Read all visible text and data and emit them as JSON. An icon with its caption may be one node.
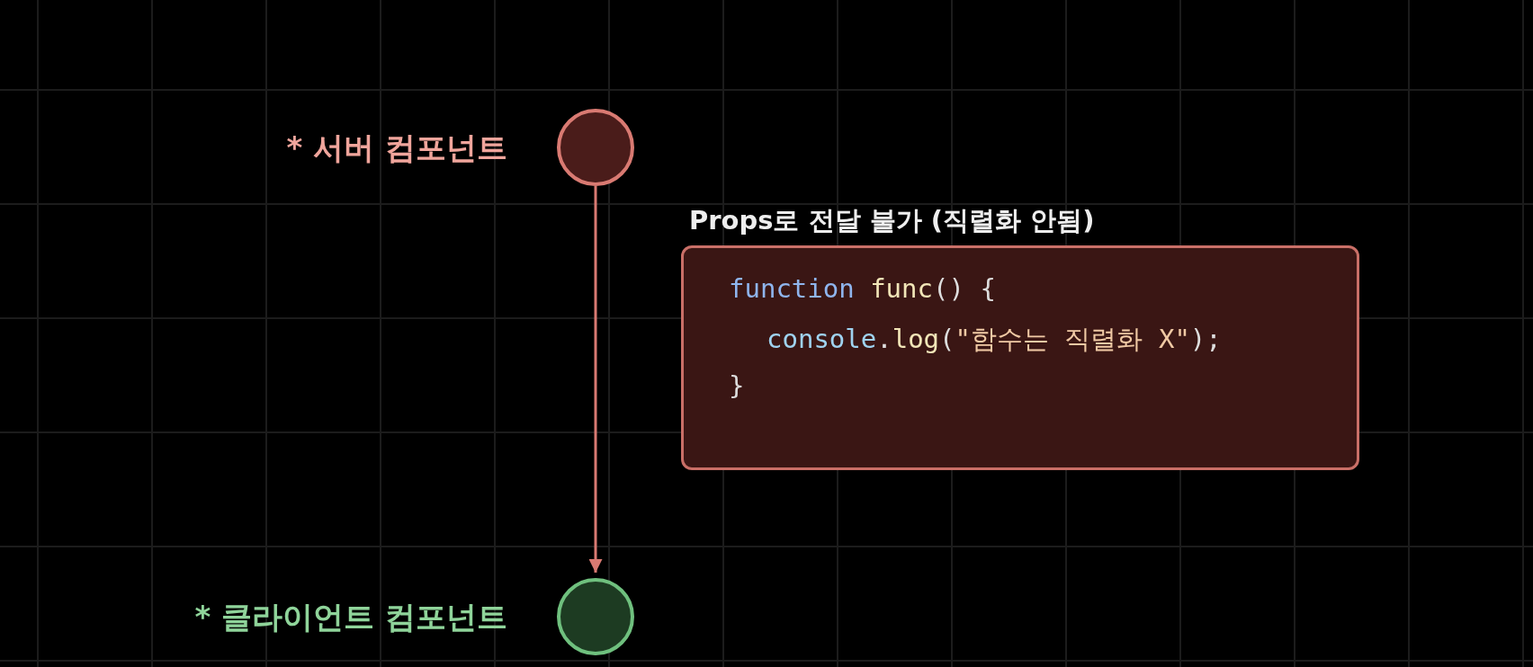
{
  "diagram": {
    "nodes": [
      {
        "text": [],
        "shape": "circle",
        "beside": [
          "* 서버 컴포넌트"
        ]
      },
      {
        "text": [
          "Props로 전달 불가 (직렬화 안됨)",
          "function func() {",
          "console.log(\"함수는 직렬화 X\");",
          "}"
        ]
      },
      {
        "text": [],
        "shape": "circle",
        "beside": [
          "* 클라이언트 컴포넌트"
        ]
      }
    ],
    "edges": [
      {
        "from": 0,
        "to": 2,
        "arrow": "to"
      }
    ]
  }
}
